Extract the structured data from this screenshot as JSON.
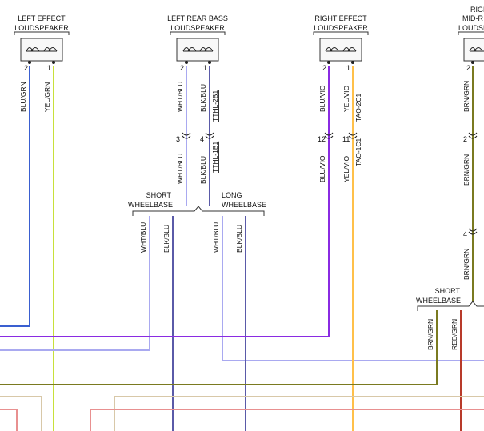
{
  "speakers": {
    "left_effect": {
      "line1": "LEFT EFFECT",
      "line2": "LOUDSPEAKER"
    },
    "left_rear_bass": {
      "line1": "LEFT REAR BASS",
      "line2": "LOUDSPEAKER"
    },
    "right_effect": {
      "line1": "RIGHT EFFECT",
      "line2": "LOUDSPEAKER"
    },
    "right_mid": {
      "line1": "RIGHT",
      "line2": "MID-R",
      "line3": "LOUDSP"
    }
  },
  "wheelbase": {
    "short_a_1": "SHORT",
    "short_a_2": "WHEELBASE",
    "long_1": "LONG",
    "long_2": "WHEELBASE",
    "short_b_1": "SHORT",
    "short_b_2": "WHEELBASE"
  },
  "pins": {
    "le_2": "2",
    "le_1": "1",
    "lrb_2": "2",
    "lrb_1": "1",
    "re_2": "2",
    "re_1": "1",
    "rm_2": "2",
    "c_3": "3",
    "c_4": "4",
    "c_12": "12",
    "c_11": "11",
    "rm_c2": "2",
    "rm_c4": "4"
  },
  "wires": {
    "le_blu_grn": "BLU/GRN",
    "le_yel_grn": "YEL/GRN",
    "lrb_wht_blu_top": "WHT/BLU",
    "lrb_blk_blu_top": "BLK/BLU",
    "lrb_wht_blu_mid": "WHT/BLU",
    "lrb_blk_blu_mid": "BLK/BLU",
    "short_wht_blu": "WHT/BLU",
    "short_blk_blu": "BLK/BLU",
    "long_wht_blu": "WHT/BLU",
    "long_blk_blu": "BLK/BLU",
    "re_blu_vio_top": "BLU/VIO",
    "re_yel_vio_top": "YEL/VIO",
    "re_blu_vio_mid": "BLU/VIO",
    "re_yel_vio_mid": "YEL/VIO",
    "rm_brn_grn_top": "BRN/GRN",
    "rm_brn_grn_mid": "BRN/GRN",
    "rm_brn_grn_low": "BRN/GRN",
    "brn_grn_bottom": "BRN/GRN",
    "red_grn_bottom": "RED/GRN"
  },
  "circuit_ids": {
    "tthl_2b1": "TTHL-2B1",
    "tthl_1b1": "TTHL-1B1",
    "tao_2c1": "TAO-2C1",
    "tao_1c1": "TAO-1C1"
  },
  "colors": {
    "blu_grn": "#3a5fd0",
    "yel_grn": "#c8e03a",
    "wht_blu": "#a9a9f0",
    "blk_blu": "#5a5aa8",
    "blu_vio": "#8a2be2",
    "yel_vio": "#ffc04a",
    "brn_grn": "#7a7a20",
    "red_grn": "#b83a2a",
    "tan": "#d8c8a8",
    "pink": "#e89090"
  }
}
